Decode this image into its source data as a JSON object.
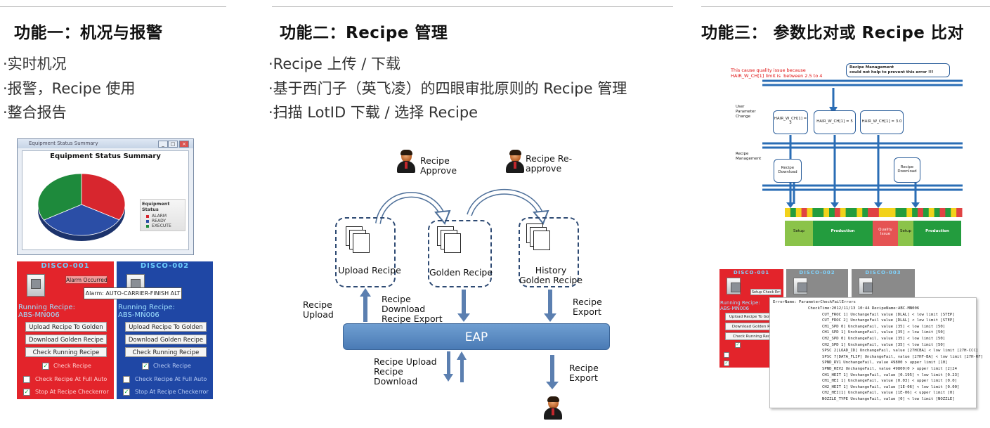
{
  "sections": [
    {
      "title": "功能一：机况与报警",
      "bullets": [
        "·实时机况",
        "·报警，Recipe 使用",
        "·整合报告"
      ]
    },
    {
      "title": "功能二：Recipe 管理",
      "bullets": [
        "·Recipe 上传 / 下载",
        "·基于西门子（英飞凌）的四眼审批原则的 Recipe 管理",
        "·扫描 LotID 下载 / 选择 Recipe"
      ]
    },
    {
      "title": "功能三： 参数比对或 Recipe 比对"
    }
  ],
  "equipment_window": {
    "title": "Equipment Status Summary",
    "chart_title": "Equipment Status Summary",
    "legend_title": "Equipment Status",
    "controls": [
      "_",
      "□",
      "×"
    ]
  },
  "chart_data": {
    "type": "pie",
    "title": "Equipment Status Summary",
    "legend_title": "Equipment Status",
    "categories": [
      "ALARM",
      "READY",
      "EXECUTE"
    ],
    "values": [
      33.3,
      33.3,
      33.4
    ],
    "colors": [
      "#d7262e",
      "#2b4ea6",
      "#1e8a3c"
    ],
    "legend_position": "right"
  },
  "tool_panels": [
    {
      "name": "DISCO-001",
      "bg": "#e3242b",
      "alarm_button": "Alarm Occurred",
      "alarm_message": "Alarm: AUTO-CARRIER-FINISH ALT",
      "running_recipe_label": "Running Recipe:",
      "running_recipe_value": "ABS-MN006",
      "buttons": [
        "Upload Recipe To Golden",
        "Download Golden Recipe",
        "Check Running Recipe"
      ],
      "check_items": [
        {
          "label": "Check Recipe",
          "checked": true
        },
        {
          "label": "Check Recipe At Full Auto",
          "checked": false
        },
        {
          "label": "Stop At Recipe Checkerror",
          "checked": true
        }
      ]
    },
    {
      "name": "DISCO-002",
      "bg": "#1f47a5",
      "running_recipe_label": "Running Recipe:",
      "running_recipe_value": "ABS-MN006",
      "buttons": [
        "Upload Recipe To Golden",
        "Download Golden Recipe",
        "Check Running Recipe"
      ],
      "check_items": [
        {
          "label": "Check Recipe",
          "checked": true
        },
        {
          "label": "Check Recipe At Full Auto",
          "checked": false
        },
        {
          "label": "Stop At Recipe Checkerror",
          "checked": true
        }
      ]
    }
  ],
  "recipe_flow": {
    "approve_label": "Recipe\nApprove",
    "reapprove_label": "Recipe Re-\napprove",
    "upload_recipe": "Upload Recipe",
    "golden_recipe": "Golden Recipe",
    "history_golden": "History\nGolden Recipe",
    "eap": "EAP",
    "recipe_upload_left": "Recipe\nUpload",
    "recipe_download_export": "Recipe\nDownload\nRecipe Export",
    "recipe_export_right": "Recipe\nExport",
    "recipe_upload_download_bottom": "Recipe Upload\nRecipe\nDownload",
    "recipe_export_bottom": "Recipe\nExport"
  },
  "comparison": {
    "cause_note": "This cause quality issue because\nHAIR_W_CH[1] limit is  between 2.5 to 4",
    "rm_note": "Recipe Management\ncould not help to prevent this error !!!",
    "user_param_label": "User\nParameter\nChange",
    "recipe_mgmt_label": "Recipe\nManagement",
    "param_boxes": [
      "HAIR_W_CH[1] =\n3",
      "HAIR_W_CH[1] = 5",
      "HAIR_W_CH[1] = 3.0"
    ],
    "download_boxes": [
      "Recipe\nDownload",
      "Recipe\nDownload"
    ],
    "timeline": [
      "Setup",
      "Production",
      "Quality\nIssue",
      "Setup",
      "Production"
    ]
  },
  "mini_panels": [
    {
      "name": "DISCO-001",
      "bg": "#e3242b"
    },
    {
      "name": "DISCO-002",
      "bg": "#8a8a8a"
    },
    {
      "name": "DISCO-003",
      "bg": "#8a8a8a"
    }
  ],
  "mini_panel_controls": {
    "alarm_button": "Setup Check Err",
    "running_recipe_label": "Running Recipe:",
    "running_recipe_value": "ABS-MN006",
    "buttons": [
      "Upload Recipe To Golden",
      "Download Golden Rec",
      "Check Running Recip"
    ]
  },
  "error_panel": {
    "title": "ErrorName: ParameterCheckFailErrors",
    "rows": [
      "CheckTime:2012/11/13 10:44  RecipeName:ABC-MN006",
      "CUT_FROC 1]       UnchangeFail       value [DLAL] < low limit [STEP]",
      "CUT_FROC 2]       UnchangeFail       value [DLAL] < low limit [STEP]",
      "CH1_SPD 0]        UnchangeFail,      value [35] < low limit [50]",
      "CH1_SPD 1]        UnchangeFail,      value [35] < low limit [50]",
      "CH2_SPD 0]        UnchangeFail,      value [35] < low limit [50]",
      "CH2_SPD 1]        UnchangeFail,      value [35] < low limit [50]",
      "SPSC 2[LOAD_ID]   UnchangeFail,      value [27HCBA] < low limit [27H-CCC]",
      "SPSC 7[DATA_FLIP] UnchangeFail,      value [27HF-BA] < low limit [27H-RF]",
      "SPND_RV1          UnchangeFail,      value 49800 > upper limit [10]",
      "SPND_REV2         UnchangeFail,      value 49800(0 > upper limit [2]24",
      "CH1_HEIT 1]       UnchangeFail,      value [0.195] < low limit [0.23]",
      "CH1_HEI 1]        UnchangeFail,      value [0.03] < upper limit [0.0]",
      "CH2_HEIT 1]       UnchangeFail,      value [1E-06] < low limit [0.00]",
      "CH2_HEI[1]        UnchangeFail,      value [1E-06] < upper limit [0]",
      "NOZZLE_TYPE       UnchangeFail,      value [0] < low limit [NOZZLE]"
    ]
  }
}
